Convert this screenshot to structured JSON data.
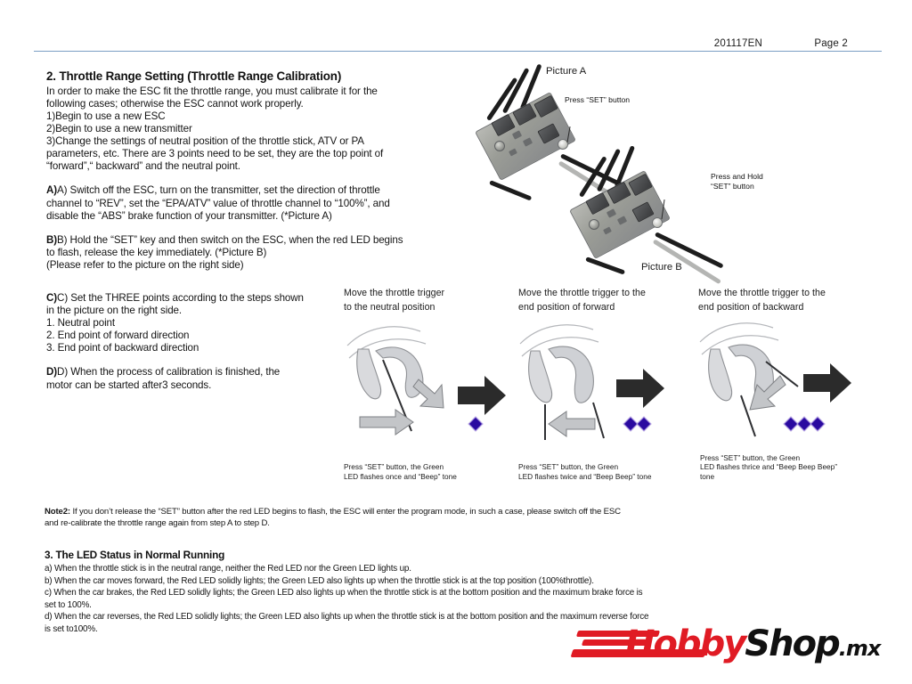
{
  "header": {
    "doc_code": "201117EN",
    "page_label": "Page 2"
  },
  "left_column": {
    "section2_title": "2. Throttle Range Setting (Throttle Range Calibration)",
    "intro": [
      "In order to make the ESC fit the throttle range, you must calibrate it for the",
      "following cases; otherwise the ESC cannot work properly.",
      "1)Begin to use a new ESC",
      "2)Begin to use a new transmitter",
      "3)Change the settings of neutral position of the throttle stick, ATV  or PA",
      "parameters, etc. There are 3 points need to be set, they are the top point of",
      "“forward”,“ backward” and the neutral point."
    ],
    "step_a": [
      "A) Switch off the ESC, turn on the transmitter, set the direction of throttle",
      "channel to “REV”, set the “EPA/ATV”  value of throttle channel to “100%”, and",
      "disable the “ABS” brake function of your transmitter. (*Picture A)"
    ],
    "step_a_label": "A)",
    "step_b": [
      "B) Hold the “SET” key and then switch on the ESC, when the red LED begins",
      "to flash, release the key immediately. (*Picture B)",
      "(Please refer to the picture on the right side)"
    ],
    "step_b_label": "B)",
    "step_c": [
      "C) Set the THREE points according to the steps shown",
      "in the picture on the right side.",
      "1. Neutral point",
      "2. End point of forward direction",
      "3. End point of backward direction"
    ],
    "step_c_label": "C)",
    "step_d": [
      "D) When the process of calibration is finished, the",
      "motor can be started after3 seconds."
    ],
    "step_d_label": "D)"
  },
  "photos": {
    "picture_a_label": "Picture A",
    "picture_b_label": "Picture B",
    "callout_a": "Press “SET” button",
    "callout_b_line1": "Press and Hold",
    "callout_b_line2": "“SET” button"
  },
  "panels": [
    {
      "caption_line1": "Move the throttle trigger",
      "caption_line2": "to the neutral position",
      "footer_line1": "Press “SET” button, the Green",
      "footer_line2": "LED  flashes once and “Beep” tone",
      "footer_line3": "",
      "diamond_count": 1
    },
    {
      "caption_line1": "Move the throttle trigger to the",
      "caption_line2": "end position of forward",
      "footer_line1": "Press “SET” button, the Green",
      "footer_line2": "LED  flashes twice and “Beep Beep” tone",
      "footer_line3": "",
      "diamond_count": 2
    },
    {
      "caption_line1": "Move the throttle trigger to the",
      "caption_line2": "end position of backward",
      "footer_line1": "Press “SET” button, the Green",
      "footer_line2": "LED  flashes thrice and “Beep  Beep  Beep”",
      "footer_line3": "tone",
      "diamond_count": 3
    }
  ],
  "note2": {
    "label": "Note2:",
    "line1": " If you don’t release the “SET” button after the red LED begins to flash, the ESC will enter the program mode, in such a case, please switch off the ESC",
    "line2": "and re-calibrate the throttle range again from step A to step D."
  },
  "section3": {
    "title": "3. The LED Status  in Normal Running",
    "lines": [
      "a) When the throttle stick is in the neutral range, neither the Red LED nor the Green LED lights up.",
      "b) When the car moves forward, the Red LED solidly lights; the Green LED also lights up when the throttle stick is at the top position (100%throttle).",
      "c) When the car brakes, the Red LED solidly lights; the Green LED also lights up when the throttle stick is at the bottom position and the maximum brake force is",
      "set to 100%.",
      "d) When the car reverses, the Red LED solidly lights; the Green LED also lights up when the throttle stick is at the bottom position and the maximum reverse force",
      "is set to100%."
    ]
  },
  "logo": {
    "part_red": "Hobby",
    "part_black": "Shop",
    "suffix": ".mx",
    "red_hex": "#e01b24",
    "black_hex": "#111111"
  },
  "colors": {
    "header_rule": "#7b9fc4",
    "diamond_fill": "#2a0aa0",
    "diamond_border": "#b9a6e6",
    "arrow_black": "#2b2b2b",
    "arrow_grey": "#c3c5c8"
  }
}
